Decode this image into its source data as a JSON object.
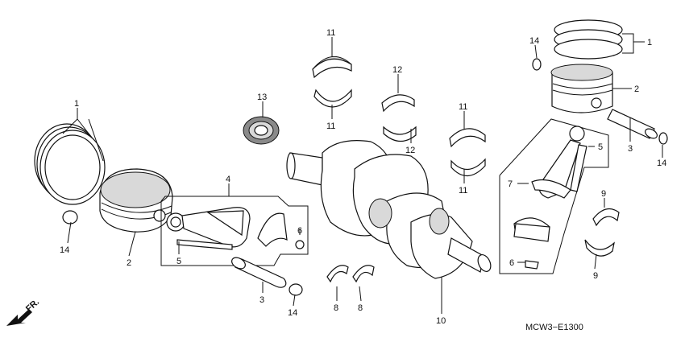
{
  "diagram": {
    "drawing_code": "MCW3−E1300",
    "front_marker": "FR.",
    "callouts": [
      {
        "id": "c1_left",
        "label": "1"
      },
      {
        "id": "c1_right",
        "label": "1"
      },
      {
        "id": "c2_left",
        "label": "2"
      },
      {
        "id": "c2_right",
        "label": "2"
      },
      {
        "id": "c3_left",
        "label": "3"
      },
      {
        "id": "c3_right",
        "label": "3"
      },
      {
        "id": "c4",
        "label": "4"
      },
      {
        "id": "c5_left",
        "label": "5"
      },
      {
        "id": "c5_right",
        "label": "5"
      },
      {
        "id": "c6_left",
        "label": "6"
      },
      {
        "id": "c6_right",
        "label": "6"
      },
      {
        "id": "c7",
        "label": "7"
      },
      {
        "id": "c8_a",
        "label": "8"
      },
      {
        "id": "c8_b",
        "label": "8"
      },
      {
        "id": "c9_top",
        "label": "9"
      },
      {
        "id": "c9_bottom",
        "label": "9"
      },
      {
        "id": "c10",
        "label": "10"
      },
      {
        "id": "c11_a_top",
        "label": "11"
      },
      {
        "id": "c11_a_bottom",
        "label": "11"
      },
      {
        "id": "c11_b_top",
        "label": "11"
      },
      {
        "id": "c11_b_bottom",
        "label": "11"
      },
      {
        "id": "c12_top",
        "label": "12"
      },
      {
        "id": "c12_bottom",
        "label": "12"
      },
      {
        "id": "c13",
        "label": "13"
      },
      {
        "id": "c14_left",
        "label": "14"
      },
      {
        "id": "c14_mid",
        "label": "14"
      },
      {
        "id": "c14_right_top",
        "label": "14"
      },
      {
        "id": "c14_right",
        "label": "14"
      }
    ]
  }
}
